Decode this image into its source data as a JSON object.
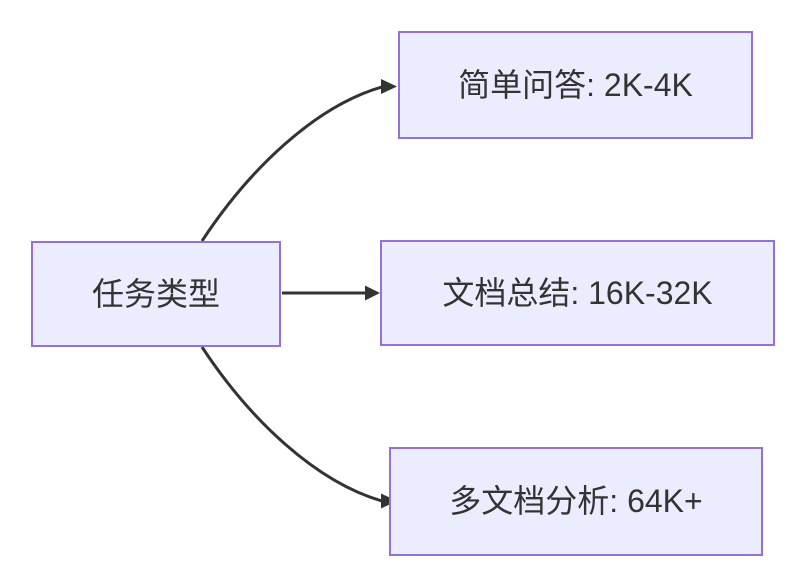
{
  "diagram": {
    "type": "flowchart-left-to-right",
    "root": {
      "label": "任务类型"
    },
    "children": [
      {
        "label": "简单问答: 2K-4K"
      },
      {
        "label": "文档总结: 16K-32K"
      },
      {
        "label": "多文档分析: 64K+"
      }
    ],
    "edges": [
      {
        "from": "任务类型",
        "to": "简单问答: 2K-4K"
      },
      {
        "from": "任务类型",
        "to": "文档总结: 16K-32K"
      },
      {
        "from": "任务类型",
        "to": "多文档分析: 64K+"
      }
    ],
    "colors": {
      "background": "#FFFFFF",
      "node_fill": "#ECECFF",
      "node_border": "#9370DB",
      "edge_color": "#333333",
      "text_color": "#333333"
    }
  }
}
